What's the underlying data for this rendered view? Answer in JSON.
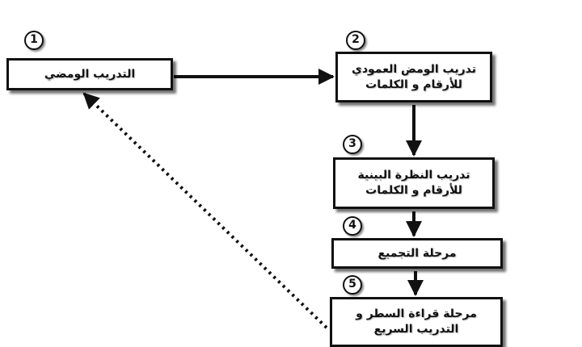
{
  "steps": [
    {
      "number": "1",
      "lines": [
        "التدريب الومضي"
      ]
    },
    {
      "number": "2",
      "lines": [
        "تدريب الومض العمودي",
        "للأرقام و الكلمات"
      ]
    },
    {
      "number": "3",
      "lines": [
        "تدريب النظرة البينية",
        "للأرقام و الكلمات"
      ]
    },
    {
      "number": "4",
      "lines": [
        "مرحلة التجميع"
      ]
    },
    {
      "number": "5",
      "lines": [
        "مرحلة قراءة السطر و",
        "التدريب السريع"
      ]
    }
  ],
  "colors": {
    "stroke": "#111111",
    "background": "#ffffff"
  }
}
